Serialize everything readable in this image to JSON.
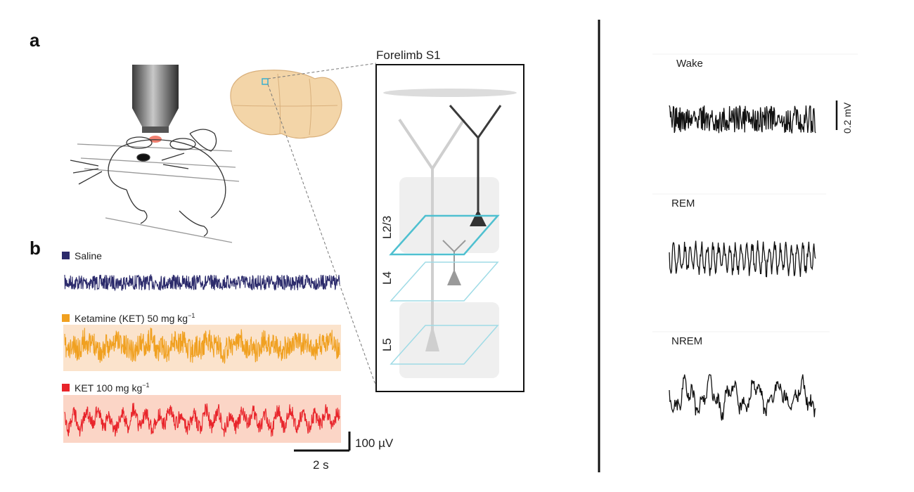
{
  "panel_a": {
    "letter": "a",
    "region_title": "Forelimb S1",
    "layers": [
      "L2/3",
      "L4",
      "L5"
    ]
  },
  "panel_b": {
    "letter": "b",
    "conditions": [
      {
        "label": "Saline",
        "color": "#2b2a6b",
        "band": null
      },
      {
        "label_main": "Ketamine (KET) 50 mg kg",
        "label_sup": "−1",
        "color": "#f0a020",
        "band": "#fbe3cc"
      },
      {
        "label_main": "KET 100 mg kg",
        "label_sup": "−1",
        "color": "#e8242a",
        "band": "#fbd5c6"
      }
    ],
    "scale_y": "100 µV",
    "scale_x": "2 s"
  },
  "panel_right": {
    "states": [
      "Wake",
      "REM",
      "NREM"
    ],
    "scale": "0.2 mV"
  }
}
